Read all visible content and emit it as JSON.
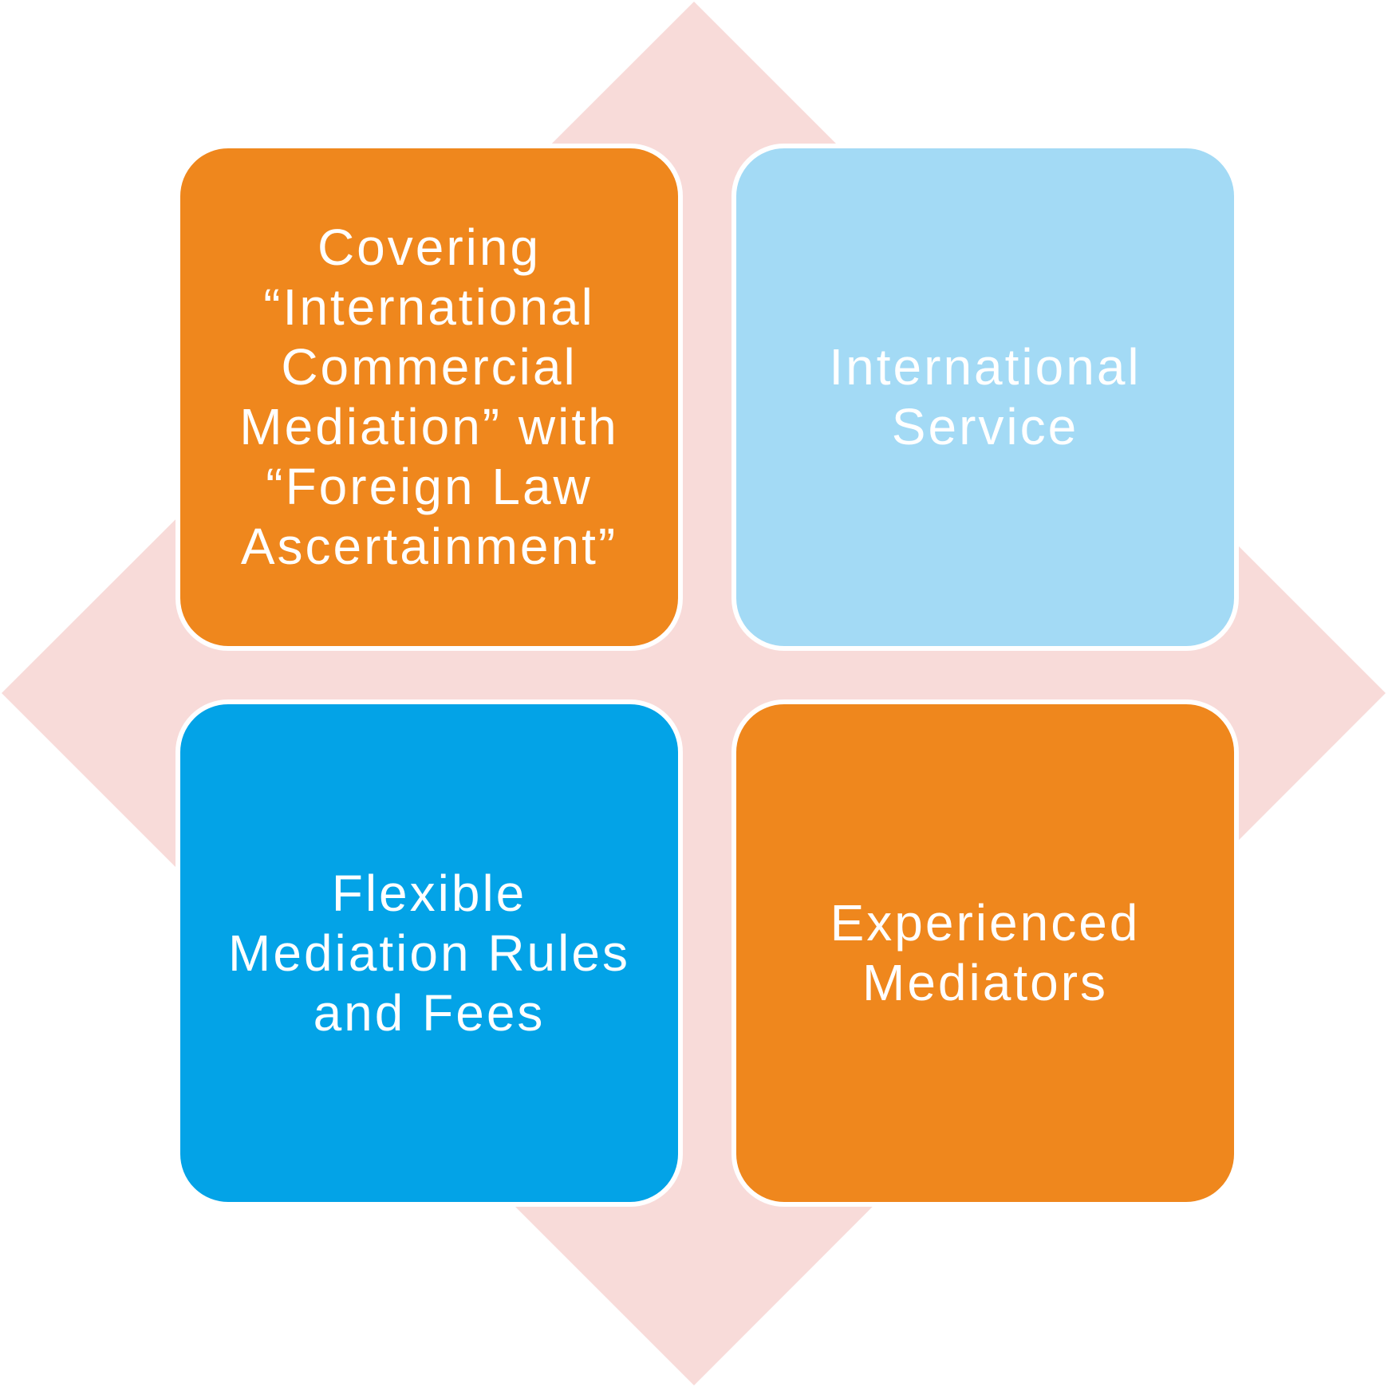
{
  "colors": {
    "diamond": "#f8dbd9",
    "orange": "#ef871d",
    "light_blue": "#a3daf5",
    "blue": "#03a3e7",
    "border": "#ffffff",
    "text": "#ffffff"
  },
  "boxes": {
    "top_left": {
      "label": "Covering “International Commercial Mediation” with “Foreign Law Ascertainment”",
      "color": "orange"
    },
    "top_right": {
      "label": "International Service",
      "color": "light_blue"
    },
    "bottom_left": {
      "label": "Flexible Mediation Rules and Fees",
      "color": "blue"
    },
    "bottom_right": {
      "label": "Experienced Mediators",
      "color": "orange"
    }
  }
}
